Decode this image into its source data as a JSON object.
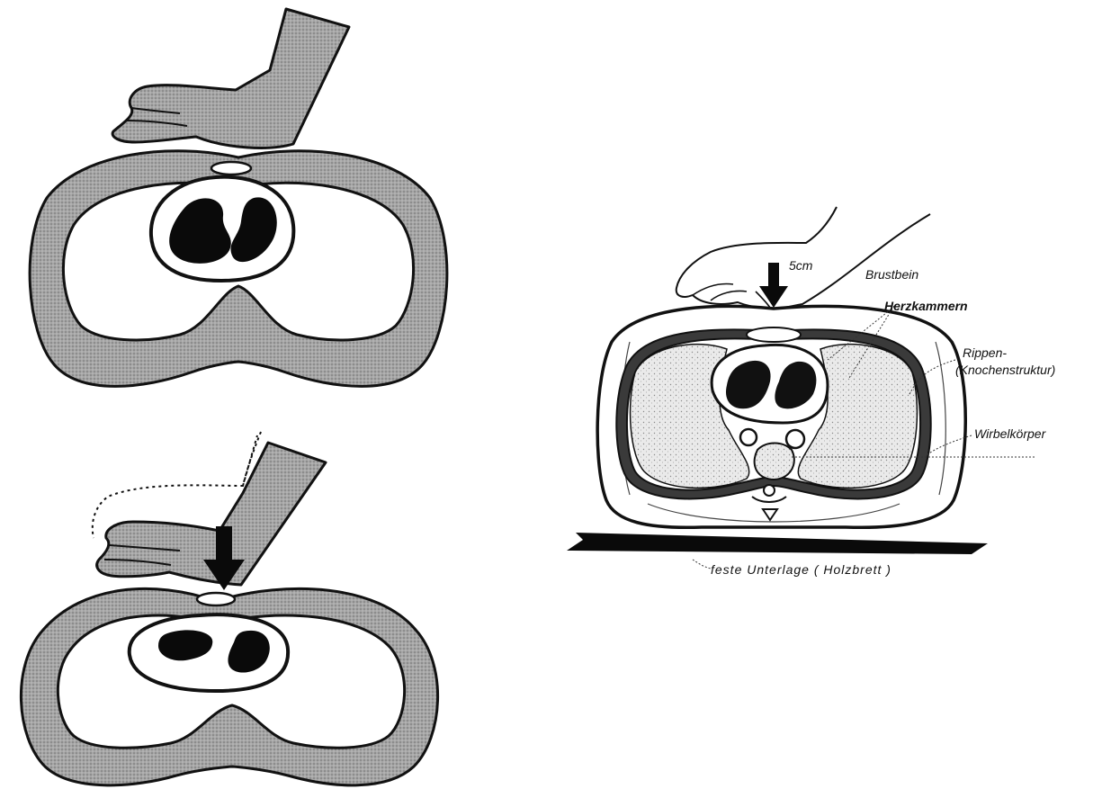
{
  "labels": {
    "depth": "5cm",
    "sternum": "Brustbein",
    "ventricles": "Herzkammern",
    "ribs_line1": "Rippen-",
    "ribs_line2": "(Knochenstruktur)",
    "vertebra": "Wirbelkörper",
    "base": "feste Unterlage ( Holzbrett )"
  },
  "colors": {
    "ink": "#111111",
    "tissue": "#9a9a9a",
    "lung": "#e4e4e4",
    "paper": "#ffffff"
  }
}
